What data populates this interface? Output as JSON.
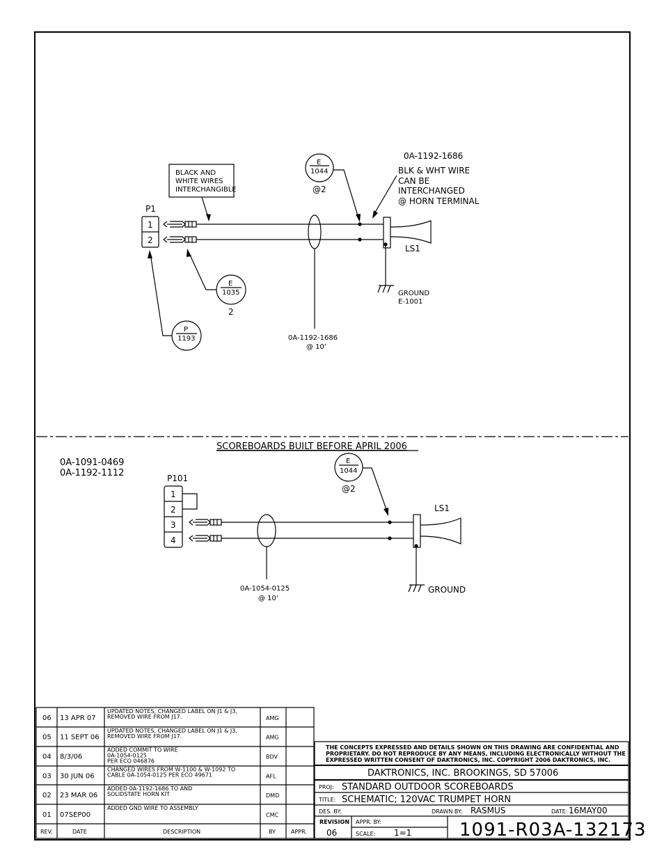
{
  "top": {
    "note_box": [
      "BLACK AND",
      "WHITE WIRES",
      "INTERCHANGIBLE"
    ],
    "connector_label": "P1",
    "pins": [
      "1",
      "2"
    ],
    "bubble_e1044": {
      "letter": "E",
      "number": "1044",
      "qty": "@2"
    },
    "bubble_e1035": {
      "letter": "E",
      "number": "1035",
      "qty": "2"
    },
    "bubble_p1193": {
      "letter": "P",
      "number": "1193"
    },
    "part_note": [
      "0A-1192-1686",
      "BLK & WHT WIRE",
      "CAN BE",
      "INTERCHANGED",
      "@ HORN TERMINAL"
    ],
    "horn_label": "LS1",
    "ground_label": [
      "GROUND",
      "E-1001"
    ],
    "cable_label": [
      "0A-1192-1686",
      "@ 10'"
    ]
  },
  "bottom": {
    "heading": "SCOREBOARDS BUILT BEFORE APRIL 2006",
    "part_numbers": [
      "0A-1091-0469",
      "0A-1192-1112"
    ],
    "connector_label": "P101",
    "pins": [
      "1",
      "2",
      "3",
      "4"
    ],
    "bubble_e1044": {
      "letter": "E",
      "number": "1044",
      "qty": "@2"
    },
    "horn_label": "LS1",
    "ground_label": "GROUND",
    "cable_label": [
      "0A-1054-0125",
      "@ 10'"
    ]
  },
  "revisions": {
    "headers": {
      "rev": "REV.",
      "date": "DATE",
      "desc": "DESCRIPTION",
      "by": "BY",
      "appr": "APPR."
    },
    "rows": [
      {
        "rev": "06",
        "date": "13 APR 07",
        "desc": [
          "UPDATED NOTES, CHANGED LABEL ON J1 & J3,",
          "REMOVED WIRE FROM J17."
        ],
        "by": "AMG"
      },
      {
        "rev": "05",
        "date": "11 SEPT 06",
        "desc": [
          "UPDATED NOTES, CHANGED LABEL ON J1 & J3,",
          "REMOVED WIRE FROM J17."
        ],
        "by": "AMG"
      },
      {
        "rev": "04",
        "date": "8/3/06",
        "desc": [
          "ADDED COMMIT TO WIRE",
          "0A-1054-0125",
          "PER ECO 046876"
        ],
        "by": "BDV"
      },
      {
        "rev": "03",
        "date": "30 JUN 06",
        "desc": [
          "CHANGED WIRES FROM W-1100 & W-1092 TO",
          "CABLE 0A-1054-0125 PER ECO 49671"
        ],
        "by": "AFL"
      },
      {
        "rev": "02",
        "date": "23 MAR 06",
        "desc": [
          "ADDED 0A-1192-1686 TO AND",
          "SOLIDSTATE  HORN KIT"
        ],
        "by": "DMD"
      },
      {
        "rev": "01",
        "date": "07SEP00",
        "desc": [
          "ADDED GND WIRE TO ASSEMBLY"
        ],
        "by": "CMC"
      }
    ]
  },
  "title_block": {
    "confidential": [
      "THE CONCEPTS EXPRESSED AND DETAILS SHOWN ON THIS DRAWING ARE CONFIDENTIAL AND",
      "PROPRIETARY. DO NOT REPRODUCE BY ANY MEANS, INCLUDING ELECTRONICALLY WITHOUT THE",
      "EXPRESSED WRITTEN CONSENT OF DAKTRONICS, INC.          COPYRIGHT 2006 DAKTRONICS, INC."
    ],
    "company": "DAKTRONICS,  INC.    BROOKINGS,  SD  57006",
    "proj_label": "PROJ:",
    "proj": "STANDARD  OUTDOOR  SCOREBOARDS",
    "title_label": "TITLE:",
    "title": "SCHEMATIC;  120VAC  TRUMPET  HORN",
    "des_label": "DES. BY:",
    "drawn_label": "DRAWN BY:",
    "drawn": "RASMUS",
    "date_label": "DATE:",
    "date": "16MAY00",
    "revision_label": "REVISION",
    "revision": "06",
    "appr_label": "APPR. BY:",
    "scale_label": "SCALE:",
    "scale": "1=1",
    "drawing_number": "1091-R03A-132173"
  }
}
